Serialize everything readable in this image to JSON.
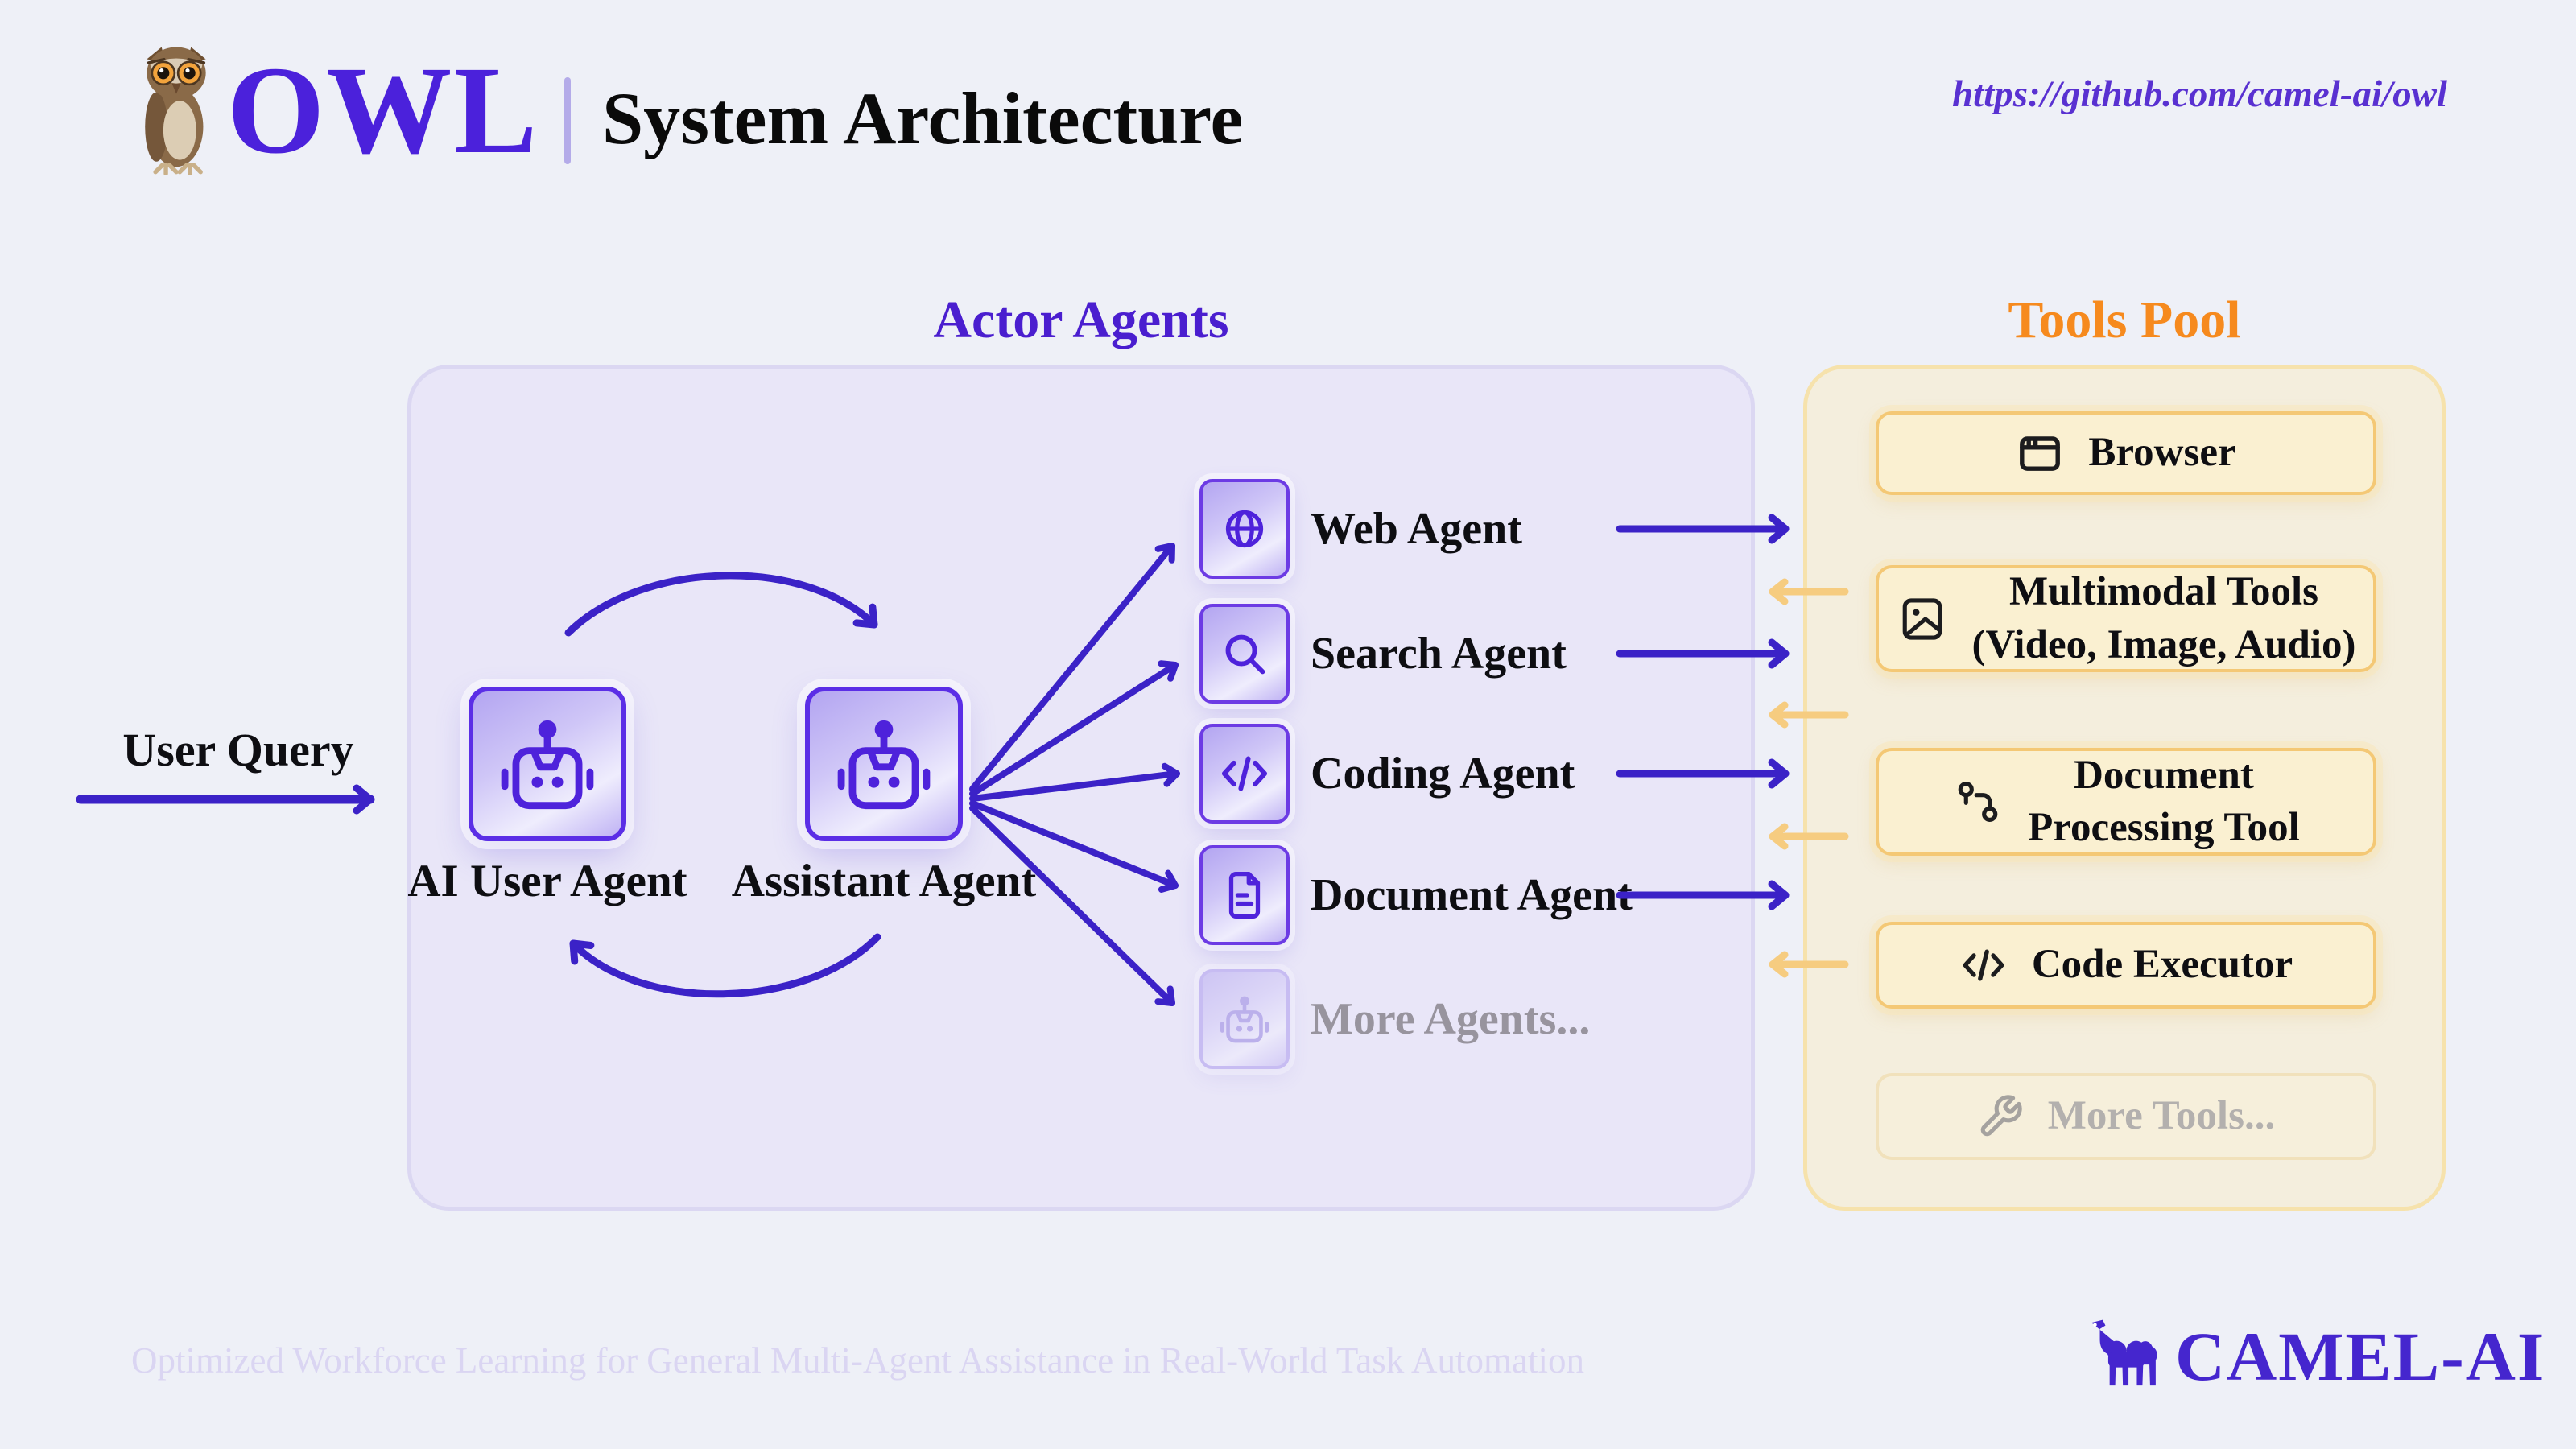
{
  "header": {
    "logo": "OWL",
    "title": "System Architecture",
    "url": "https://github.com/camel-ai/owl"
  },
  "actor_section": {
    "title": "Actor Agents",
    "user_query": "User Query",
    "core_agents": [
      {
        "label": "AI User Agent"
      },
      {
        "label": "Assistant Agent"
      }
    ],
    "sub_agents": [
      {
        "label": "Web Agent",
        "icon": "globe-icon"
      },
      {
        "label": "Search Agent",
        "icon": "search-icon"
      },
      {
        "label": "Coding Agent",
        "icon": "code-icon"
      },
      {
        "label": "Document Agent",
        "icon": "file-text-icon"
      },
      {
        "label": "More Agents...",
        "icon": "robot-icon",
        "muted": true
      }
    ]
  },
  "tools_section": {
    "title": "Tools Pool",
    "tools": [
      {
        "label": "Browser",
        "icon": "browser-icon"
      },
      {
        "label": "Multimodal Tools",
        "line2": "(Video, Image, Audio)",
        "icon": "image-icon"
      },
      {
        "label": "Document",
        "line2": "Processing Tool",
        "icon": "route-icon"
      },
      {
        "label": "Code Executor",
        "icon": "code-icon"
      },
      {
        "label": "More Tools...",
        "icon": "wrench-icon",
        "muted": true
      }
    ]
  },
  "footer": {
    "tagline": "Optimized Workforce Learning for General Multi-Agent Assistance in Real-World Task Automation",
    "brand": "CAMEL-AI"
  },
  "colors": {
    "purple_arrow": "#3B22C7",
    "amber_arrow": "#F6CC80",
    "brand_purple": "#4B21DB",
    "tools_orange": "#F68A1E"
  }
}
